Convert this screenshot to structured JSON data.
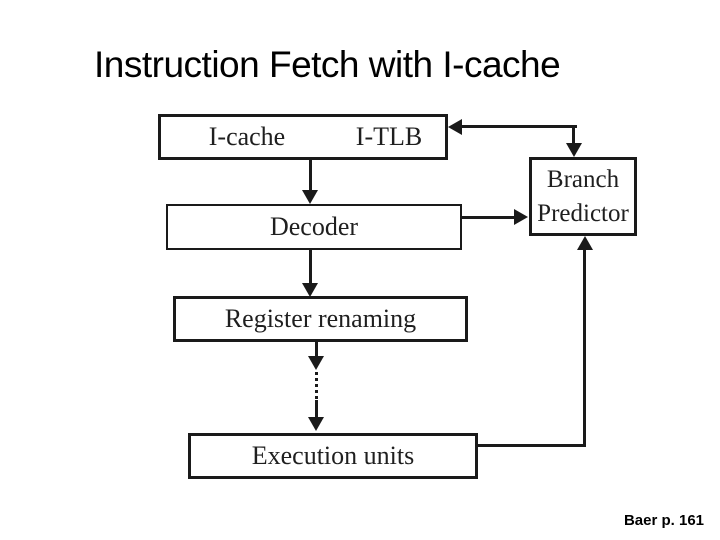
{
  "slide": {
    "title": "Instruction Fetch with I-cache",
    "footer_reference": "Baer p. 161"
  },
  "diagram": {
    "type": "block-diagram",
    "boxes": {
      "icache": {
        "label": "I-cache"
      },
      "itlb": {
        "label": "I-TLB"
      },
      "branch_predictor": {
        "label": "Branch Predictor"
      },
      "decoder": {
        "label": "Decoder"
      },
      "register_renaming": {
        "label": "Register renaming"
      },
      "execution_units": {
        "label": "Execution units"
      }
    },
    "connections": [
      {
        "from": "icache",
        "to": "decoder",
        "style": "solid-arrow-down"
      },
      {
        "from": "decoder",
        "to": "register_renaming",
        "style": "solid-arrow-down"
      },
      {
        "from": "register_renaming",
        "to": "execution_units",
        "style": "arrow-dotted-arrow-down"
      },
      {
        "from": "decoder",
        "to": "branch_predictor",
        "style": "solid-arrow-right"
      },
      {
        "from": "branch_predictor",
        "to": "itlb",
        "style": "bidirectional-elbow"
      },
      {
        "from": "execution_units",
        "to": "branch_predictor",
        "style": "elbow-arrow-up"
      }
    ],
    "colors": {
      "line": "#1a1a1a",
      "background": "#ffffff",
      "title_text": "#000000"
    }
  }
}
